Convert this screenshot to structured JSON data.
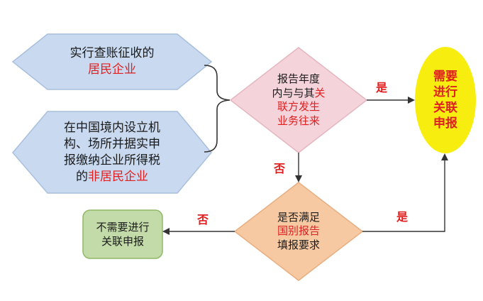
{
  "colors": {
    "hexagon_fill": "#c9daf0",
    "hexagon_stroke": "#a9bfdc",
    "diamond_top_fill": "#f4d3da",
    "diamond_top_stroke": "#e4b6c0",
    "diamond_bottom_fill": "#f7c9a2",
    "diamond_bottom_stroke": "#e7ae80",
    "yes_oval_fill": "#f7ee10",
    "no_box_fill": "#c3dba8",
    "no_box_stroke": "#8fb867",
    "connector": "#333333",
    "highlight_text": "#e02020"
  },
  "hex1": {
    "line1": "实行查账征收的",
    "line2_red": "居民企业"
  },
  "hex2": {
    "line1": "在中国境内设立机",
    "line2": "构、场所并据实申",
    "line3": "报缴纳企业所得税",
    "line4_prefix": "的",
    "line4_red": "非居民企业"
  },
  "diamond1": {
    "line1": "报告年度",
    "line2_prefix": "内与与其",
    "line2_red": "关",
    "line3_red": "联方发生",
    "line4_red": "业务往来"
  },
  "diamond2": {
    "line1": "是否满足",
    "line2_red": "国别报告",
    "line3": "填报要求"
  },
  "yes_oval": {
    "line1": "需要",
    "line2": "进行",
    "line3": "关联",
    "line4": "申报"
  },
  "no_box": {
    "line1": "不需要进行",
    "line2": "关联申报"
  },
  "edge_labels": {
    "d1_yes": "是",
    "d1_no": "否",
    "d2_no": "否",
    "d2_yes": "是"
  }
}
